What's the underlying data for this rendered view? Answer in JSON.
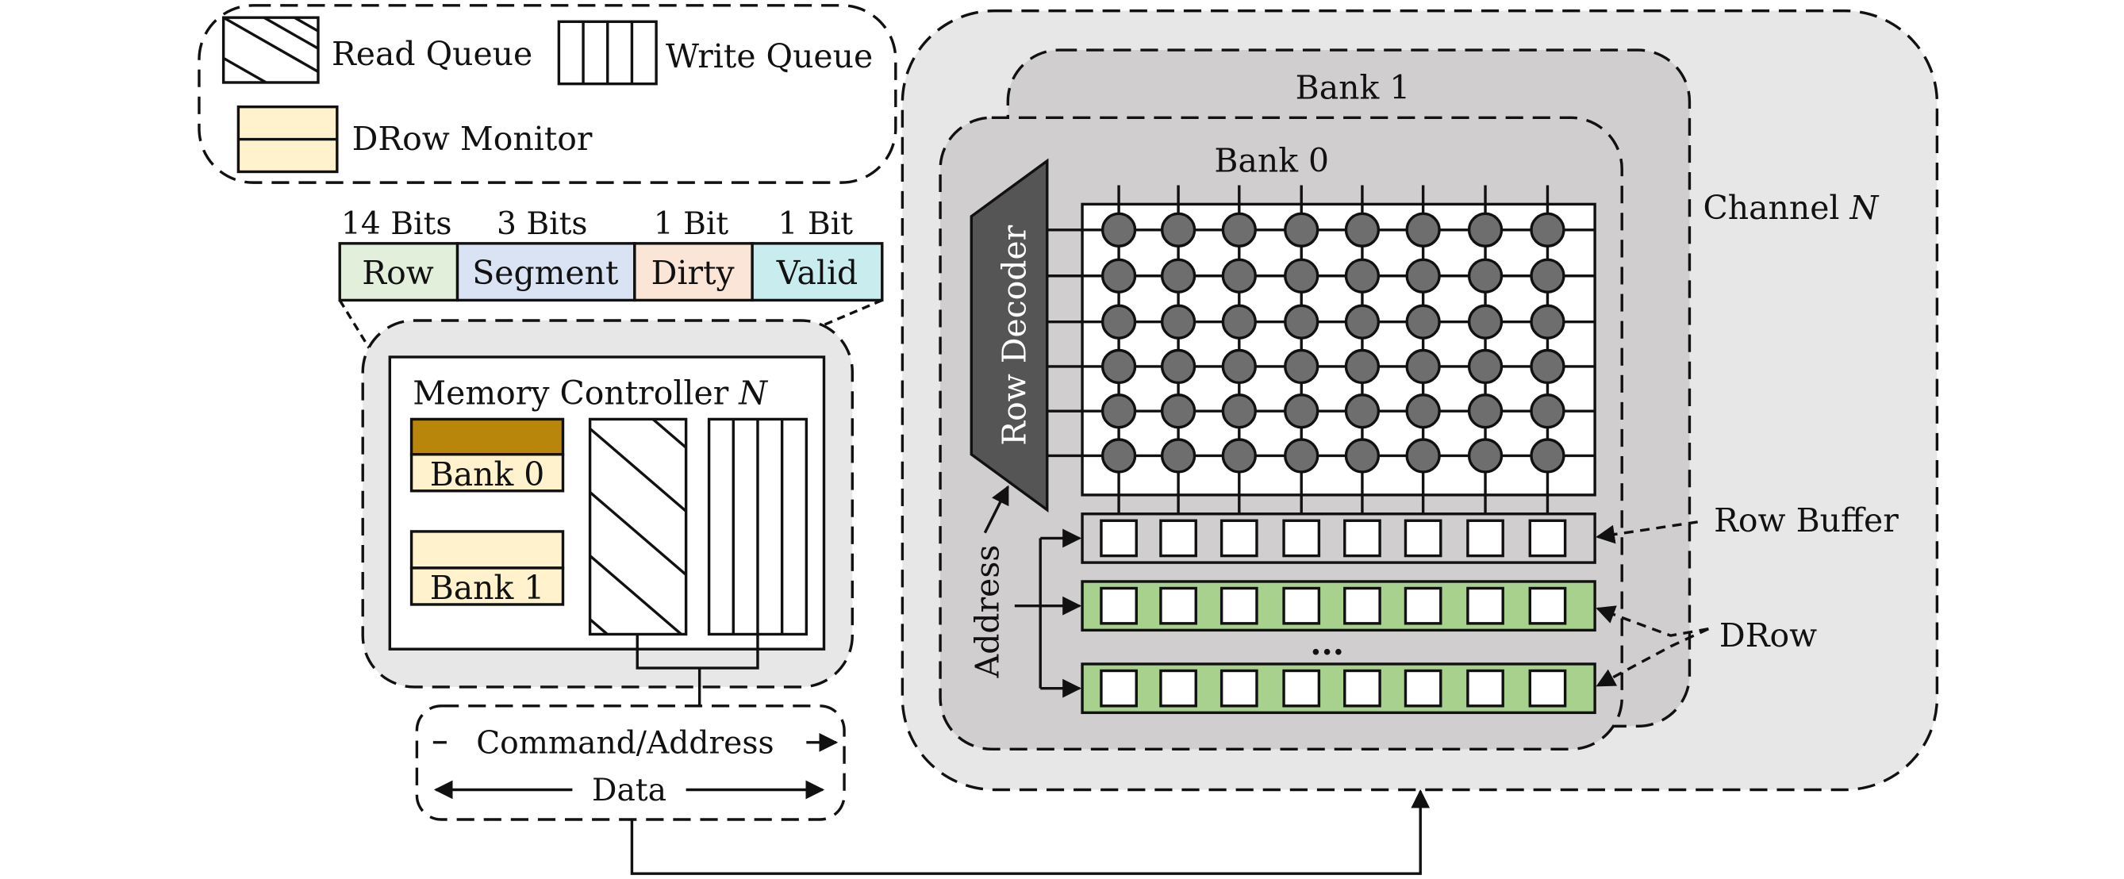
{
  "legend": {
    "read_queue": "Read Queue",
    "write_queue": "Write Queue",
    "drow_monitor": "DRow Monitor"
  },
  "entry_format": {
    "fields": [
      {
        "bits": "14 Bits",
        "name": "Row",
        "color": "#e2efda"
      },
      {
        "bits": "3 Bits",
        "name": "Segment",
        "color": "#dae3f3"
      },
      {
        "bits": "1 Bit",
        "name": "Dirty",
        "color": "#fbe5d6"
      },
      {
        "bits": "1 Bit",
        "name": "Valid",
        "color": "#c9ecef"
      }
    ]
  },
  "controller": {
    "title": "Memory Controller ",
    "title_var": "N",
    "bank0": "Bank 0",
    "bank1": "Bank 1"
  },
  "bus": {
    "command_address": "Command/Address",
    "data": "Data"
  },
  "dram": {
    "channel": "Channel ",
    "channel_var": "N",
    "bank1": "Bank 1",
    "bank0": "Bank 0",
    "row_decoder": "Row Decoder",
    "address": "Address",
    "row_buffer": "Row Buffer",
    "drow": "DRow",
    "ellipsis": "..."
  },
  "colors": {
    "monitor_fill": "#fff2cc",
    "monitor_active": "#b8860b",
    "drow_green": "#a9d18e",
    "cell_gray": "#6e6e6e",
    "decoder_gray": "#555555",
    "channel_bg": "#e7e7e7",
    "bank_bg": "#d0cece",
    "controller_bg": "#e7e7e7"
  }
}
